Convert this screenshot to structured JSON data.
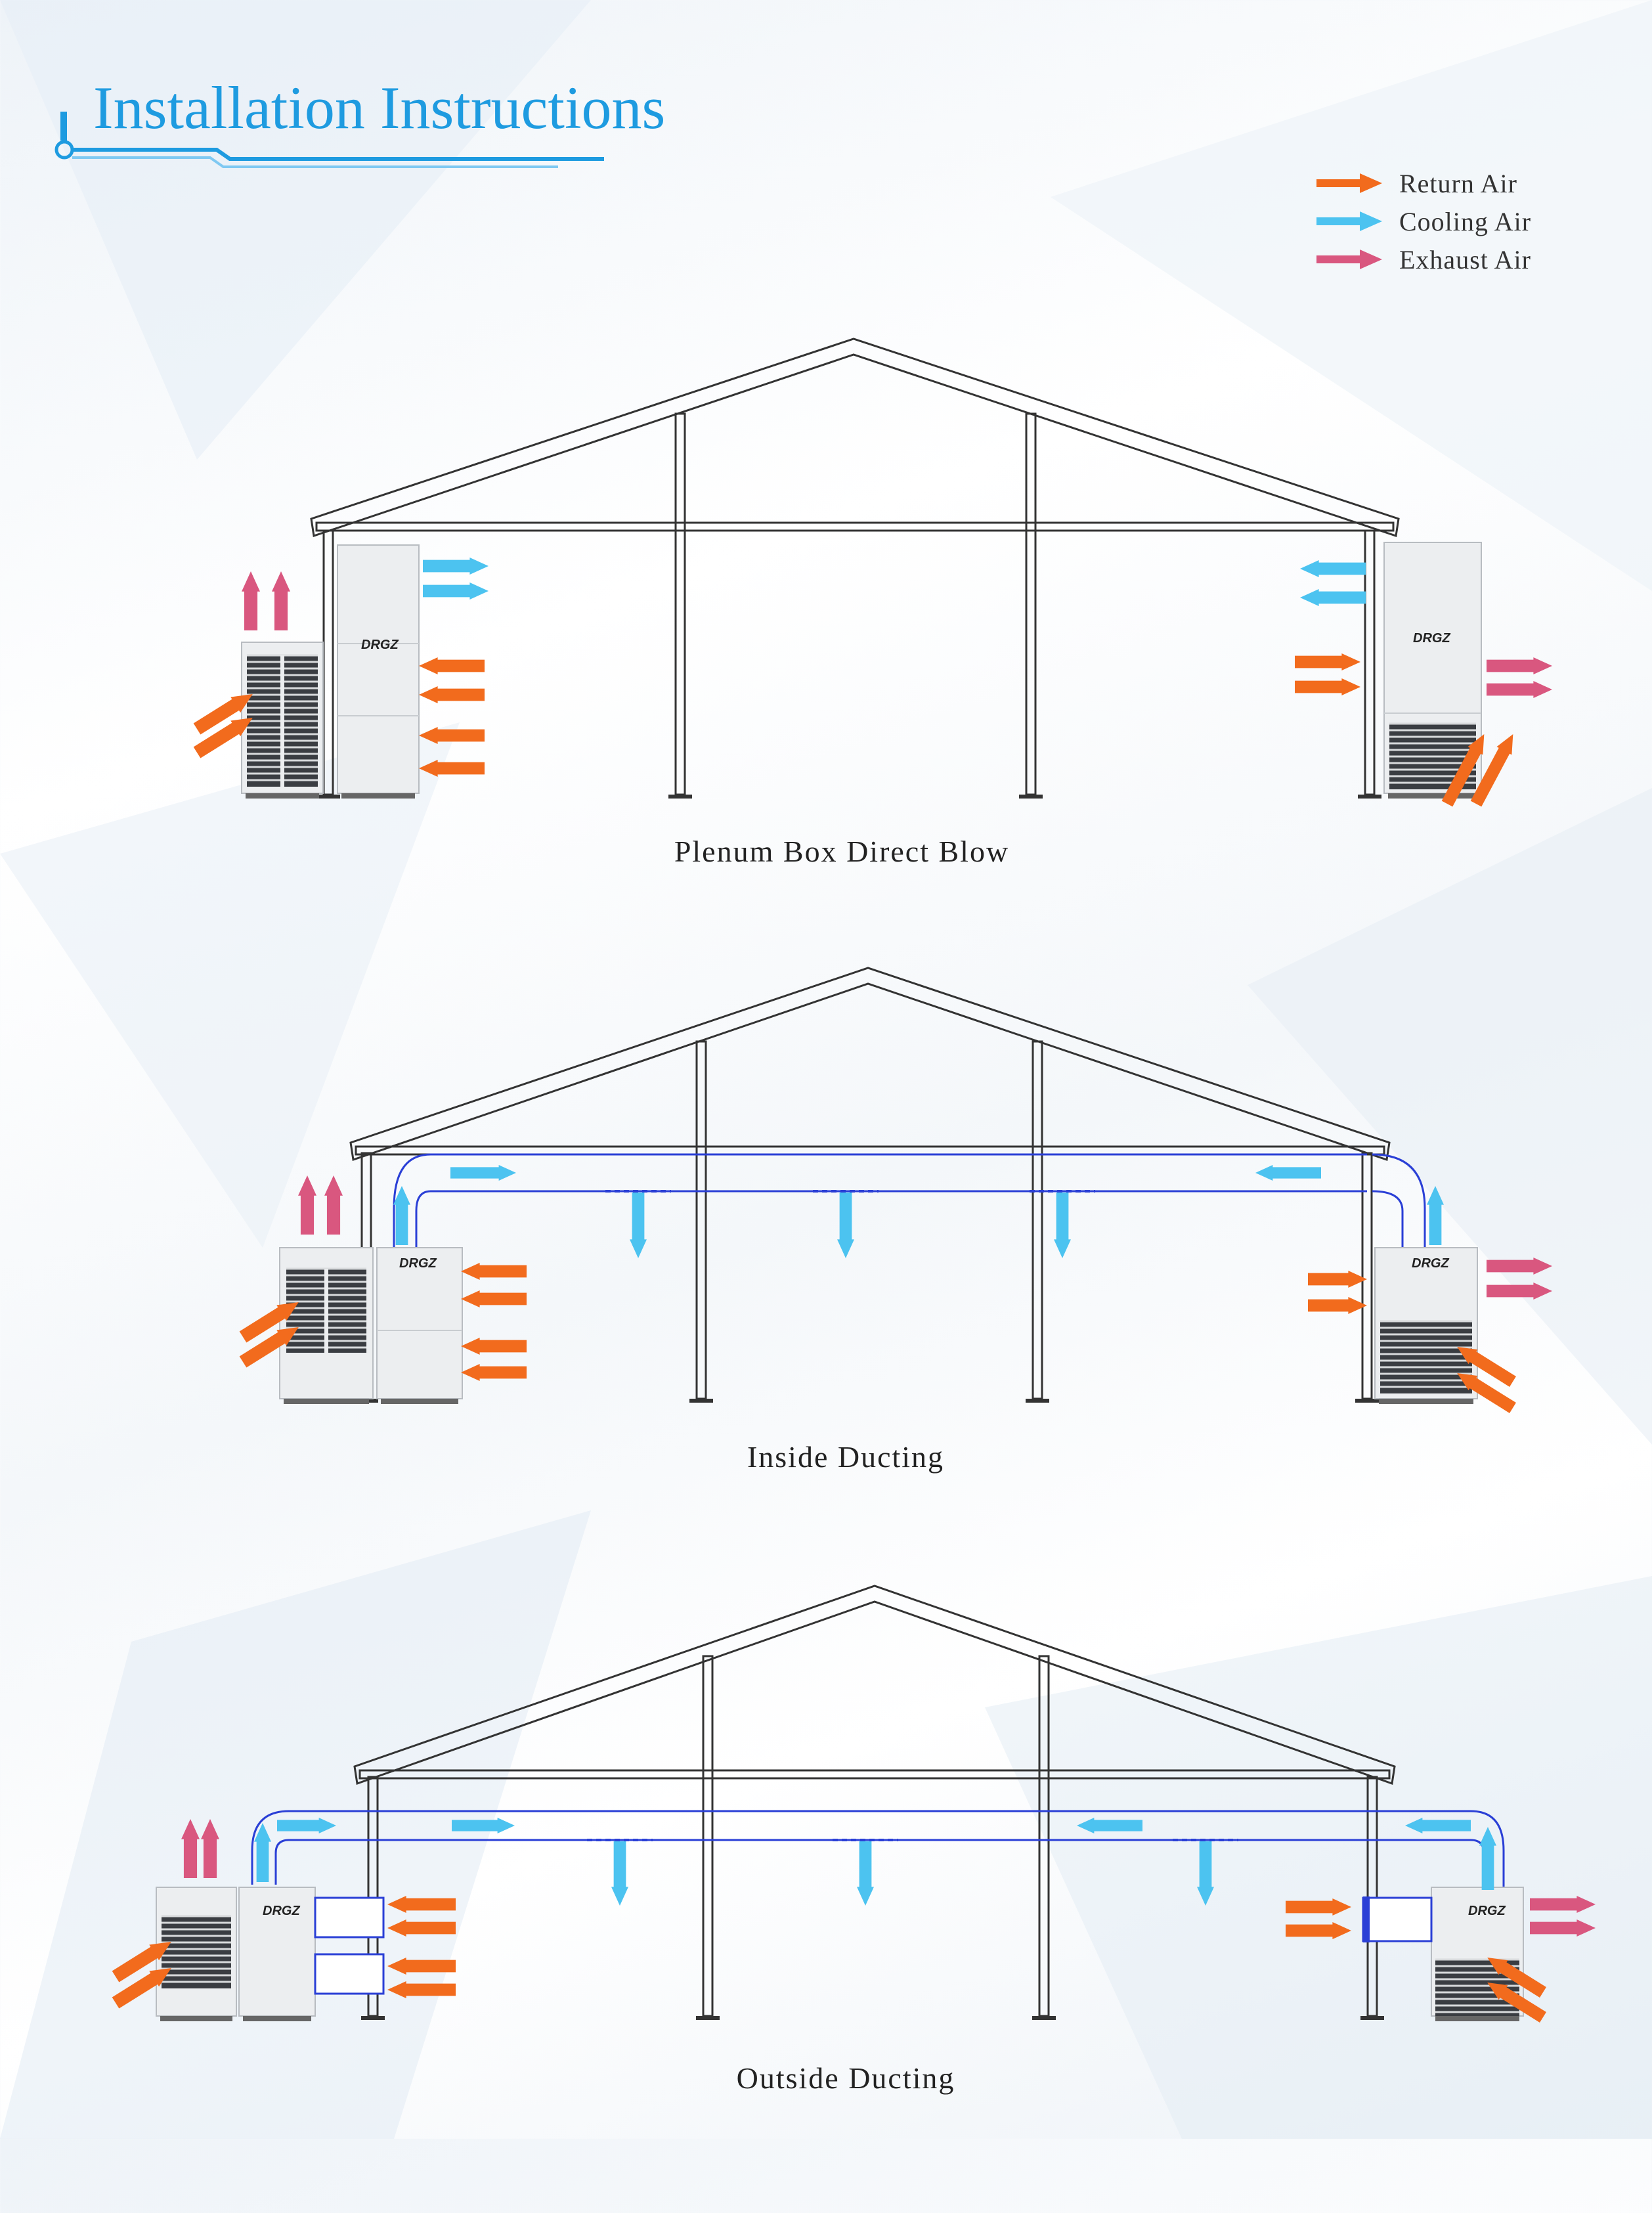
{
  "title": "Installation Instructions",
  "legend": [
    {
      "label": "Return Air",
      "color": "#f26b1d"
    },
    {
      "label": "Cooling Air",
      "color": "#4cc3f0"
    },
    {
      "label": "Exhaust Air",
      "color": "#d9577f"
    }
  ],
  "brand": "DRGZ",
  "diagrams": [
    {
      "caption": "Plenum Box Direct Blow"
    },
    {
      "caption": "Inside Ducting"
    },
    {
      "caption": "Outside Ducting"
    }
  ],
  "colors": {
    "return": "#f26b1d",
    "cooling": "#4cc3f0",
    "exhaust": "#d9577f",
    "duct": "#2a3fd6",
    "title": "#1e9be0"
  }
}
